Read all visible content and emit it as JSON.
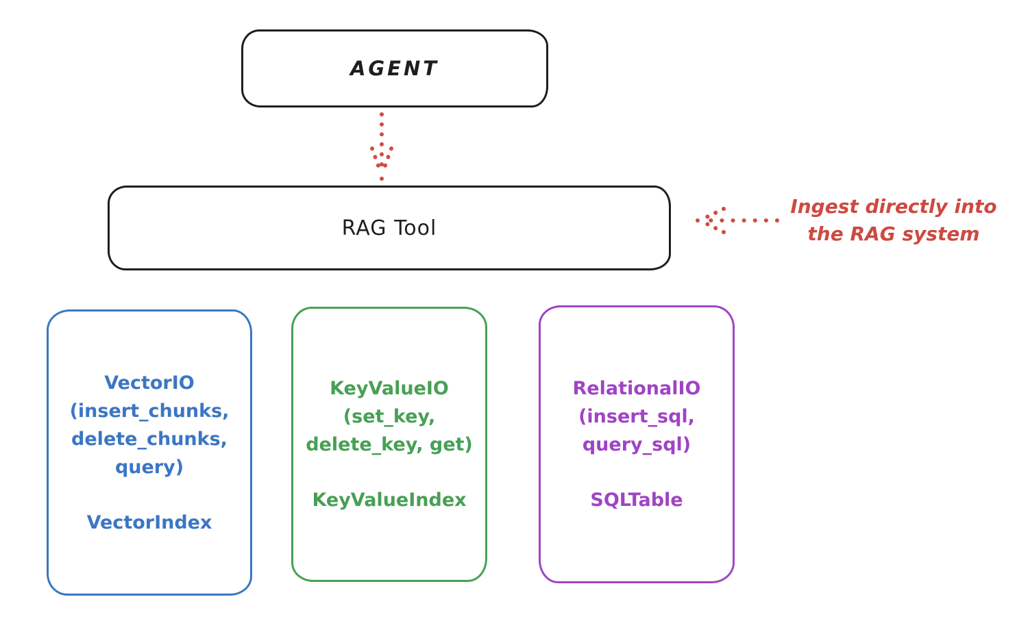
{
  "diagram": {
    "agent_box": {
      "label": "AGENT"
    },
    "rag_tool_box": {
      "label": "RAG Tool"
    },
    "annotation": {
      "line1": "Ingest directly into",
      "line2": "the RAG system"
    },
    "io_boxes": [
      {
        "title": "VectorIO",
        "methods": [
          "(insert_chunks,",
          "delete_chunks,",
          "query)"
        ],
        "index_class": "VectorIndex",
        "color": "#3b76c3"
      },
      {
        "title": "KeyValueIO",
        "methods": [
          "(set_key,",
          "delete_key, get)"
        ],
        "index_class": "KeyValueIndex",
        "color": "#47a055"
      },
      {
        "title": "RelationalIO",
        "methods": [
          "(insert_sql,",
          "query_sql)"
        ],
        "index_class": "SQLTable",
        "color": "#9f44c4"
      }
    ],
    "colors": {
      "stroke_black": "#1e1e1e",
      "annotation_red": "#cc4a42",
      "arrow_red": "#d14b43",
      "vector_blue": "#3b76c3",
      "keyvalue_green": "#47a055",
      "relational_purple": "#9f44c4",
      "background": "#ffffff"
    }
  }
}
